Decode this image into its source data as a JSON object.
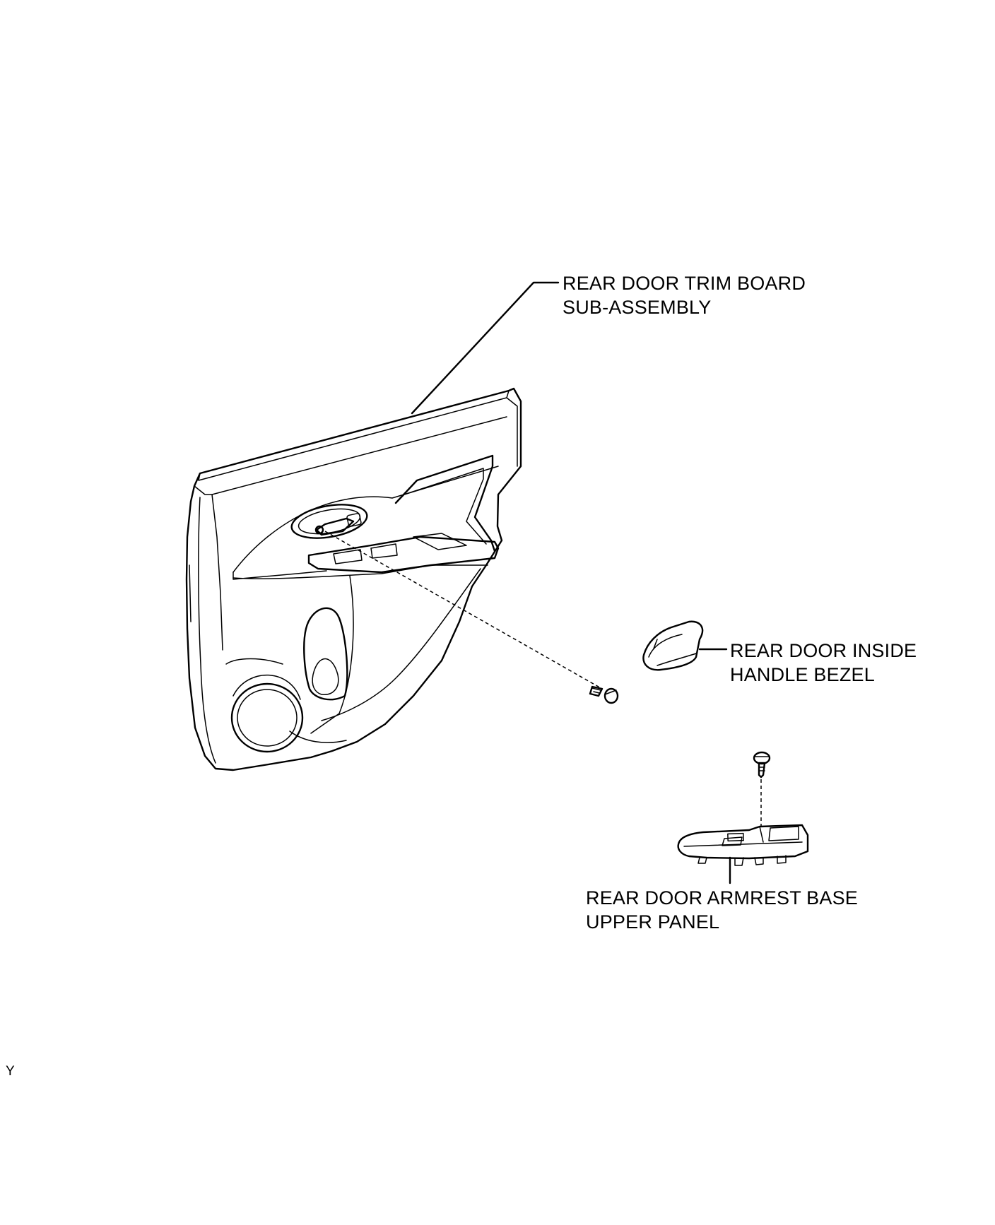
{
  "labels": {
    "trim_board": [
      "REAR DOOR TRIM BOARD",
      "SUB-ASSEMBLY"
    ],
    "inside_handle_bezel": [
      "REAR DOOR INSIDE",
      "HANDLE BEZEL"
    ],
    "armrest_panel": [
      "REAR DOOR ARMREST BASE",
      "UPPER PANEL"
    ]
  },
  "corner_mark": "Y",
  "parts": {
    "trim_board": "trim-board",
    "screw_main": "screw",
    "inside_handle_bezel": "handle-bezel",
    "screw_armrest": "screw",
    "armrest_panel": "armrest-panel"
  }
}
